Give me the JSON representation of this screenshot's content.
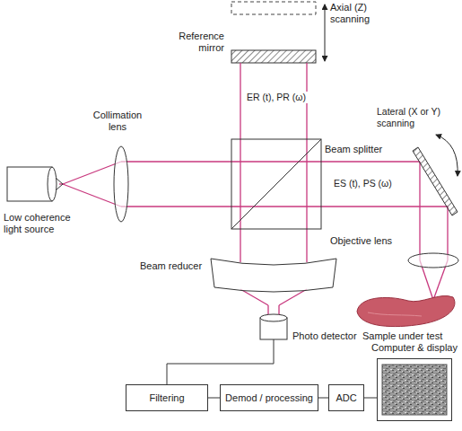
{
  "diagram": {
    "nodes": [
      {
        "text": [
          "Filtering"
        ]
      },
      {
        "text": [
          "Demod / processing"
        ]
      },
      {
        "text": [
          "ADC"
        ]
      },
      {
        "text": [
          "Computer & display"
        ]
      }
    ],
    "edges": [
      {
        "from": 0,
        "to": 1,
        "arrow": "none"
      },
      {
        "from": 1,
        "to": 2,
        "arrow": "none"
      },
      {
        "from": 2,
        "to": 3,
        "arrow": "none"
      }
    ],
    "labels": [
      "Axial (Z) scanning",
      "Reference mirror",
      "ER (t), PR (ω)",
      "Collimation lens",
      "Beam splitter",
      "Lateral (X or Y) scanning",
      "ES (t), PS (ω)",
      "Low coherence light source",
      "Objective lens",
      "Sample under test",
      "Beam reducer",
      "Photo detector"
    ]
  }
}
